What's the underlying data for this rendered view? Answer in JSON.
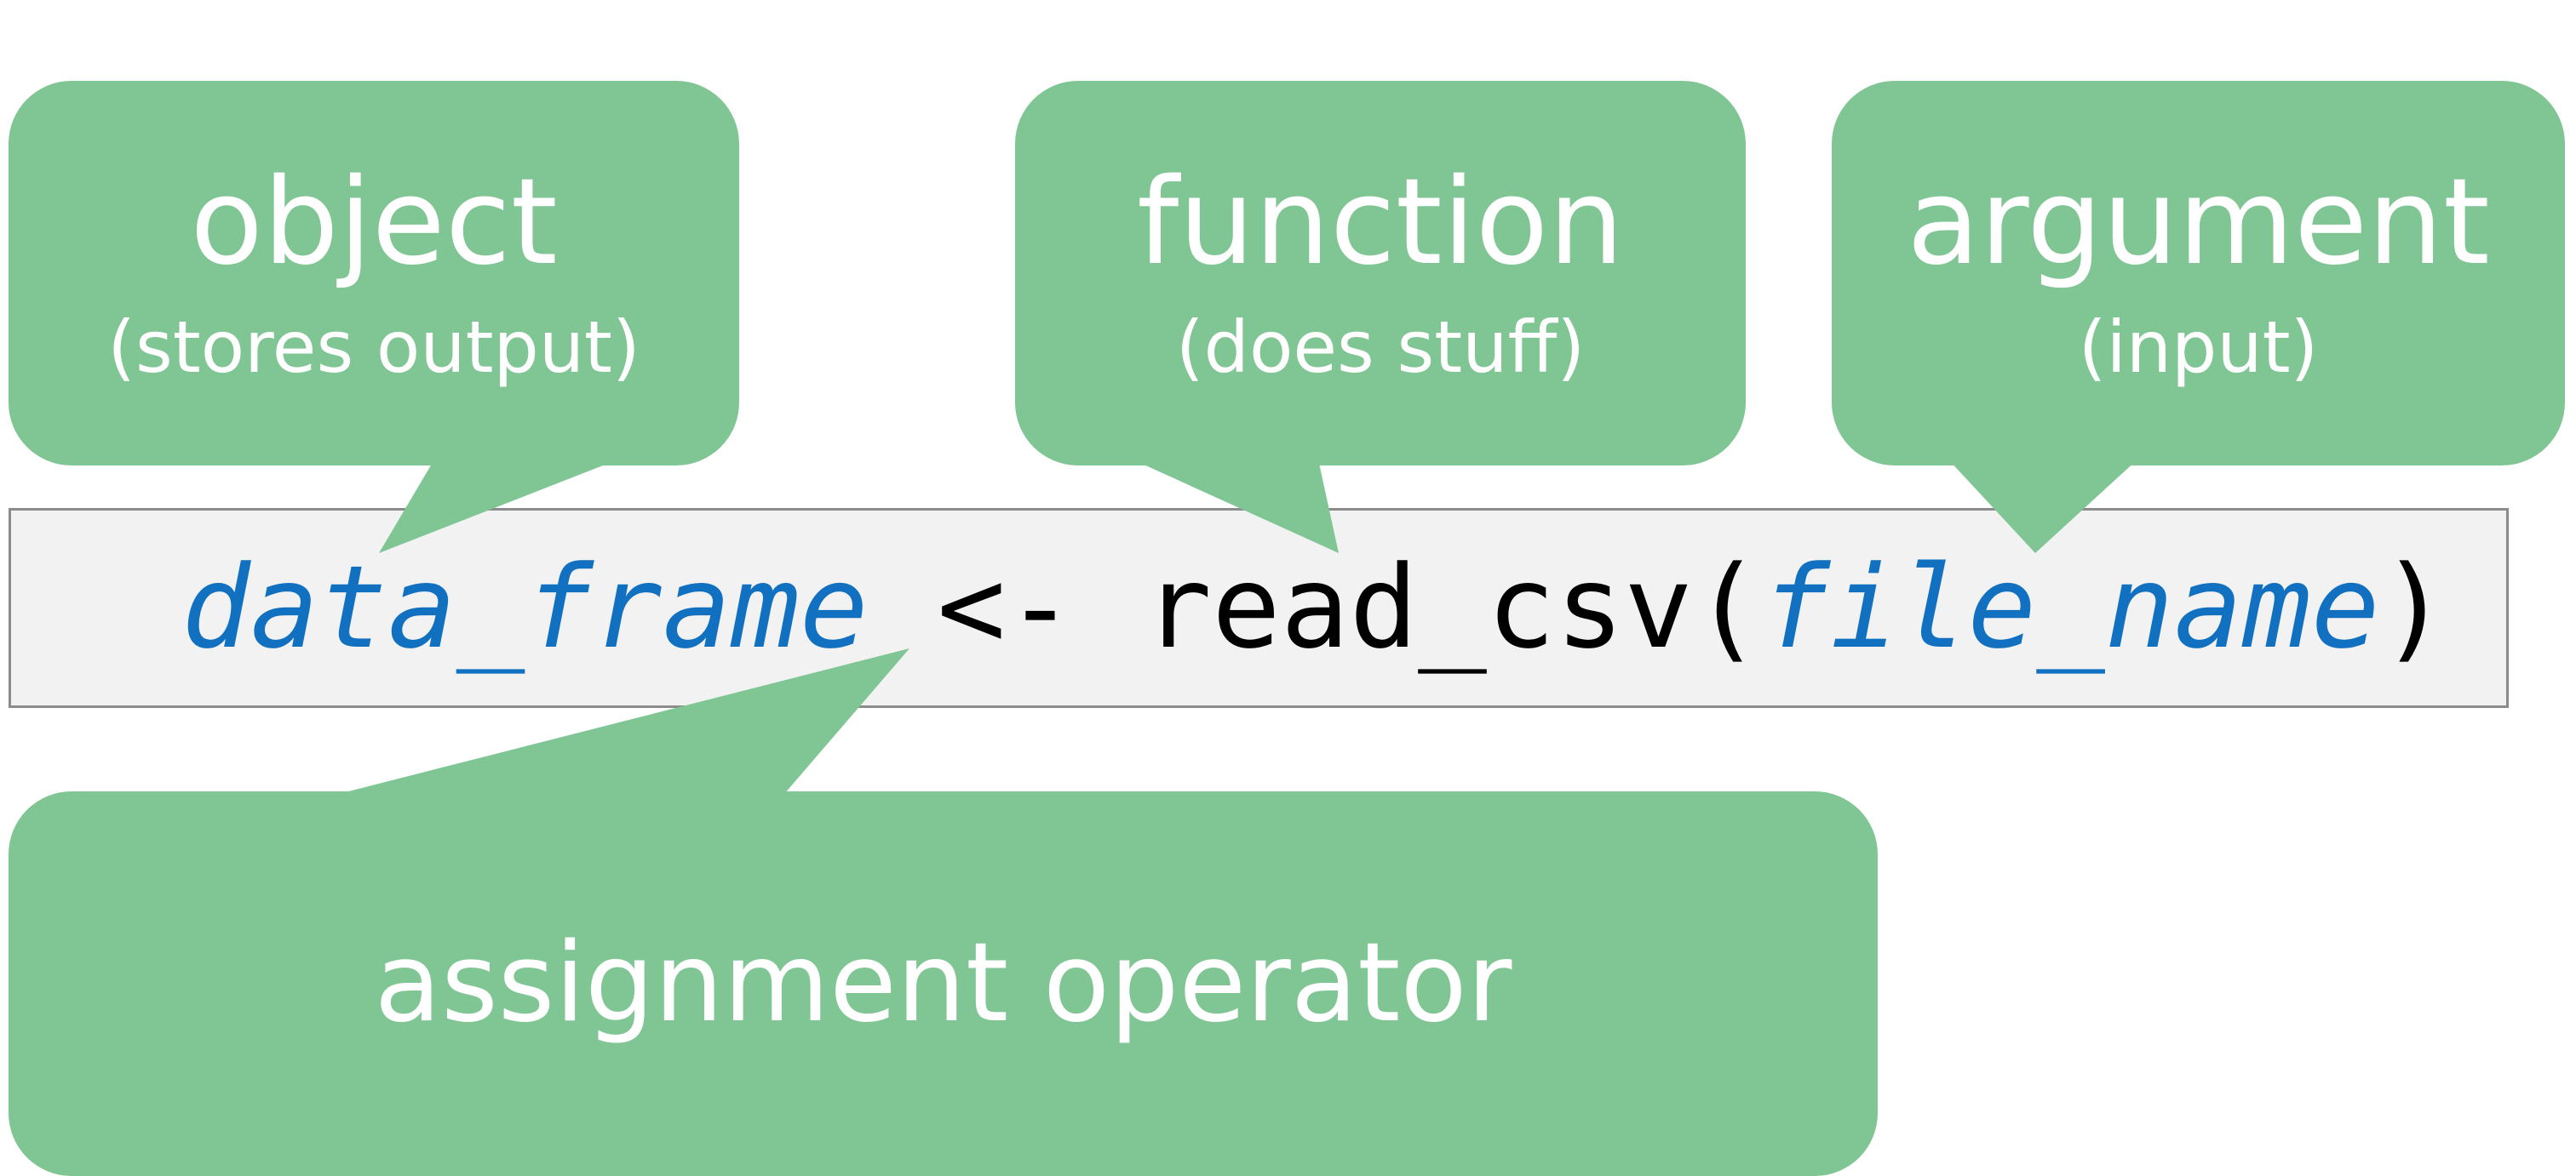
{
  "colors": {
    "callout_fill": "#80c594",
    "callout_text": "#ffffff",
    "code_background": "#f2f2f2",
    "code_border": "#8c8c8c",
    "variable_color": "#1170bf",
    "code_text_color": "#000000"
  },
  "callouts": {
    "object": {
      "title": "object",
      "subtitle": "(stores output)"
    },
    "function": {
      "title": "function",
      "subtitle": "(does stuff)"
    },
    "argument": {
      "title": "argument",
      "subtitle": "(input)"
    },
    "assignment": {
      "title": "assignment operator"
    }
  },
  "code": {
    "object_name": "data_frame",
    "operator": "<-",
    "function_name": "read_csv",
    "open_paren": "(",
    "argument_name": "file_name",
    "close_paren": ")"
  }
}
